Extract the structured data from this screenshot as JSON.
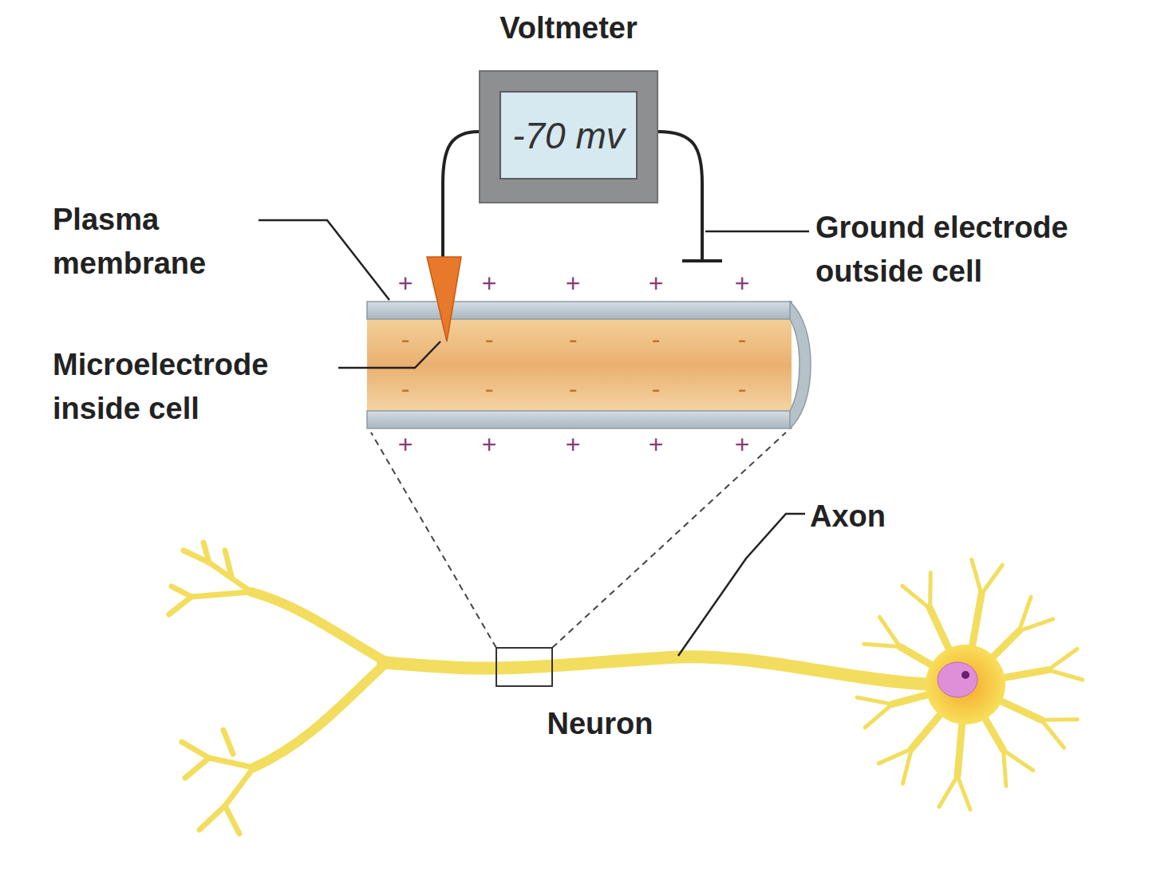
{
  "diagram": {
    "nodes": [
      {
        "text": [
          "Voltmeter",
          "-70 mv"
        ]
      }
    ],
    "labels": [
      "Plasma membrane",
      "Microelectrode inside cell",
      "Ground electrode outside cell",
      "Axon",
      "Neuron",
      "+",
      "+",
      "+",
      "+",
      "+",
      "-",
      "-",
      "-",
      "-",
      "-",
      "-",
      "-",
      "-",
      "-",
      "-",
      "+",
      "+",
      "+",
      "+",
      "+"
    ]
  }
}
